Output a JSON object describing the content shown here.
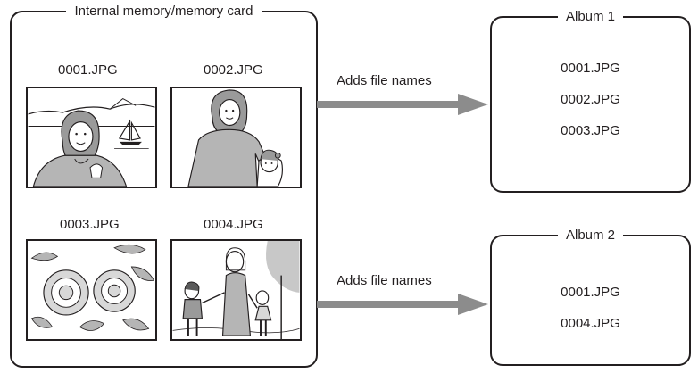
{
  "source": {
    "title": "Internal memory/memory card",
    "files": [
      "0001.JPG",
      "0002.JPG",
      "0003.JPG",
      "0004.JPG"
    ]
  },
  "arrows": [
    {
      "label": "Adds file names"
    },
    {
      "label": "Adds file names"
    }
  ],
  "albums": [
    {
      "title": "Album 1",
      "files": [
        "0001.JPG",
        "0002.JPG",
        "0003.JPG"
      ]
    },
    {
      "title": "Album 2",
      "files": [
        "0001.JPG",
        "0004.JPG"
      ]
    }
  ],
  "colors": {
    "line": "#231f20",
    "arrow": "#8c8c8c"
  }
}
